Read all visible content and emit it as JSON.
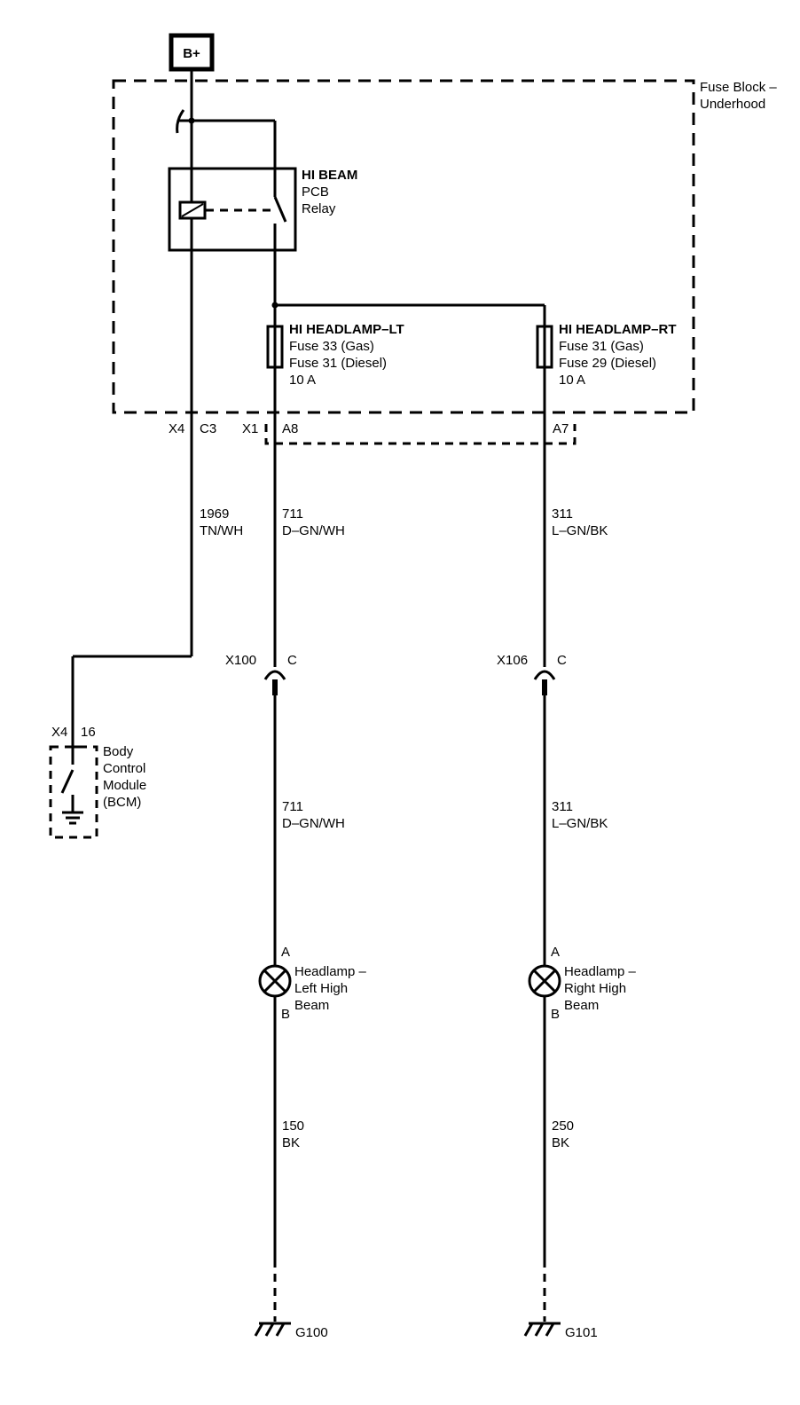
{
  "power": {
    "label": "B+"
  },
  "fuse_block": {
    "line1": "Fuse Block –",
    "line2": "Underhood"
  },
  "relay": {
    "line1": "HI BEAM",
    "line2": "PCB",
    "line3": "Relay"
  },
  "fuse_lt": {
    "name": "HI HEADLAMP–LT",
    "line1": "Fuse 33 (Gas)",
    "line2": "Fuse 31 (Diesel)",
    "rating": "10 A"
  },
  "fuse_rt": {
    "name": "HI HEADLAMP–RT",
    "line1": "Fuse 31 (Gas)",
    "line2": "Fuse 29 (Diesel)",
    "rating": "10 A"
  },
  "connectors": {
    "x4_c3": {
      "id": "X4",
      "pin": "C3"
    },
    "x1": {
      "id": "X1",
      "pin_a8": "A8",
      "pin_a7": "A7"
    },
    "x100": {
      "id": "X100",
      "pin": "C"
    },
    "x106": {
      "id": "X106",
      "pin": "C"
    },
    "x4_16": {
      "id": "X4",
      "pin": "16"
    }
  },
  "wires": {
    "w1969": {
      "circuit": "1969",
      "color": "TN/WH"
    },
    "w711_upper": {
      "circuit": "711",
      "color": "D–GN/WH"
    },
    "w311_upper": {
      "circuit": "311",
      "color": "L–GN/BK"
    },
    "w711_lower": {
      "circuit": "711",
      "color": "D–GN/WH"
    },
    "w311_lower": {
      "circuit": "311",
      "color": "L–GN/BK"
    },
    "w150": {
      "circuit": "150",
      "color": "BK"
    },
    "w250": {
      "circuit": "250",
      "color": "BK"
    }
  },
  "bcm": {
    "line1": "Body",
    "line2": "Control",
    "line3": "Module",
    "line4": "(BCM)"
  },
  "lamp_left": {
    "pin_a": "A",
    "pin_b": "B",
    "line1": "Headlamp –",
    "line2": "Left High",
    "line3": "Beam"
  },
  "lamp_right": {
    "pin_a": "A",
    "pin_b": "B",
    "line1": "Headlamp –",
    "line2": "Right High",
    "line3": "Beam"
  },
  "grounds": {
    "left": "G100",
    "right": "G101"
  }
}
